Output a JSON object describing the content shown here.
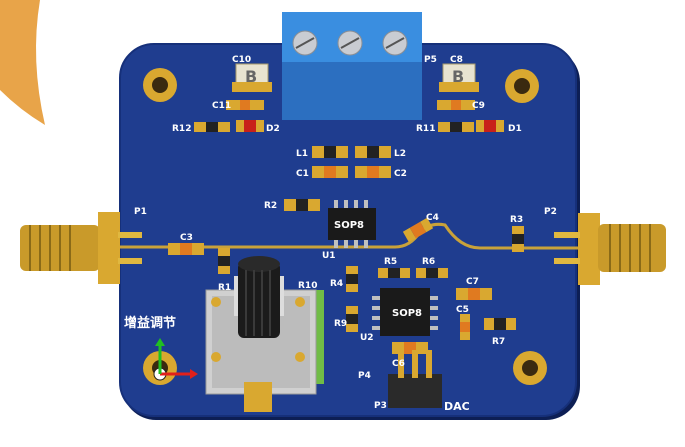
{
  "colors": {
    "board": "#1f3d8f",
    "board_edge": "#16307a",
    "copper": "#d9a830",
    "terminal": "#2e7fd6",
    "smd_red": "#c8201a",
    "smd_orange": "#e07a20"
  },
  "labels": {
    "C10": "C10",
    "C11": "C11",
    "R12": "R12",
    "D2": "D2",
    "C8": "C8",
    "C9": "C9",
    "R11": "R11",
    "D1": "D1",
    "P5": "P5",
    "P1": "P1",
    "P2": "P2",
    "L1": "L1",
    "L2": "L2",
    "C1": "C1",
    "C2": "C2",
    "R2": "R2",
    "C3": "C3",
    "C4": "C4",
    "R3": "R3",
    "R1": "R1",
    "R10": "R10",
    "R4": "R4",
    "U1": "U1",
    "R5": "R5",
    "R6": "R6",
    "C7": "C7",
    "C5": "C5",
    "C6": "C6",
    "R7": "R7",
    "U2": "U2",
    "R9": "R9",
    "P4": "P4",
    "P3": "P3",
    "DAC": "DAC",
    "SOP8_a": "SOP8",
    "SOP8_b": "SOP8",
    "B_left": "B",
    "B_right": "B",
    "gain": "增益调节"
  }
}
